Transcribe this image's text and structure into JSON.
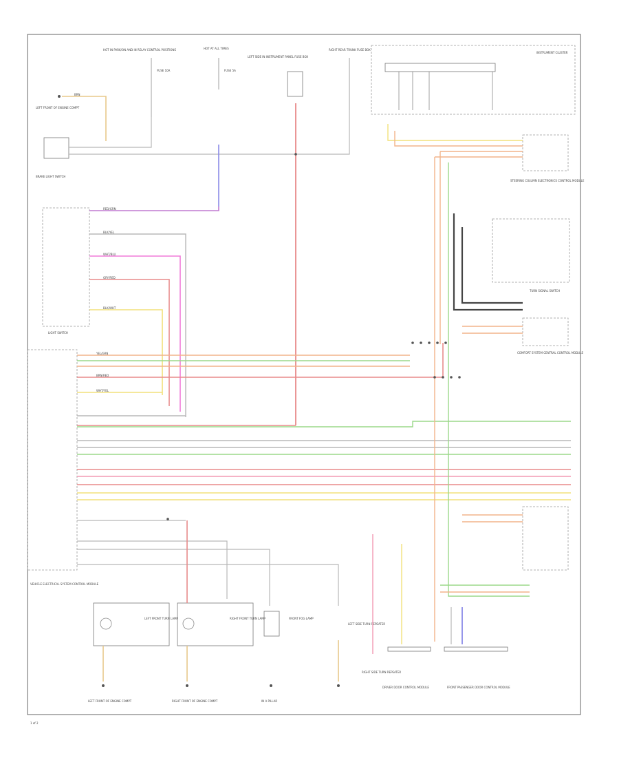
{
  "diagram": {
    "page_code": "1 of 2",
    "colors": {
      "red": "#e88a8a",
      "pink": "#f29ab4",
      "magenta": "#f07ad8",
      "yellow": "#f2e07a",
      "green": "#9bd88a",
      "orange": "#f2b48a",
      "gray": "#b8b8b8",
      "dark": "#444444",
      "blue": "#8a8ae8",
      "purple": "#c07ad0",
      "tan": "#e8c88a"
    },
    "labels": {
      "hot_park": "HOT IN PARK/ON AND IN RELAY CONTROL POSITIONS",
      "hot_all_times": "HOT AT ALL TIMES",
      "fuse_left": "FUSE 10A",
      "fuse_mid": "FUSE 5A",
      "left_side_fuse": "LEFT SIDE IN INSTRUMENT PANEL FUSE BOX",
      "right_rear_fuse": "RIGHT REAR TRUNK FUSE BOX",
      "ground_top": "LEFT FRONT OF ENGINE COMPT",
      "brake_switch": "BRAKE LIGHT SWITCH",
      "light_switch": "LIGHT SWITCH",
      "instrument_cluster": "INSTRUMENT CLUSTER",
      "turn_signal_switch": "TURN SIGNAL SWITCH",
      "steering_module": "STEERING COLUMN ELECTRONICS CONTROL MODULE",
      "comfort_module": "COMFORT SYSTEM CENTRAL CONTROL MODULE",
      "vehicle_module": "VEHICLE ELECTRICAL SYSTEM CONTROL MODULE",
      "left_front_lamp": "LEFT FRONT TURN LAMP",
      "right_front_lamp": "RIGHT FRONT TURN LAMP",
      "fog_lamp": "FRONT FOG LAMP",
      "left_repeater": "LEFT SIDE TURN REPEATER",
      "right_repeater": "RIGHT SIDE TURN REPEATER",
      "driver_door": "DRIVER DOOR CONTROL MODULE",
      "passenger_door": "FRONT PASSENGER DOOR CONTROL MODULE",
      "ground_left": "LEFT FRONT OF ENGINE COMPT",
      "ground_right": "RIGHT FRONT OF ENGINE COMPT",
      "ground_mid": "IN A PILLAR",
      "wire_brn": "BRN",
      "wire_red_grn": "RED/GRN",
      "wire_blk_yel": "BLK/YEL",
      "wire_wht_blu": "WHT/BLU",
      "wire_gry_red": "GRY/RED",
      "wire_blk_wht": "BLK/WHT",
      "wire_yel_grn": "YEL/GRN",
      "wire_brn_red": "BRN/RED",
      "wire_wht_yel": "WHT/YEL"
    }
  }
}
